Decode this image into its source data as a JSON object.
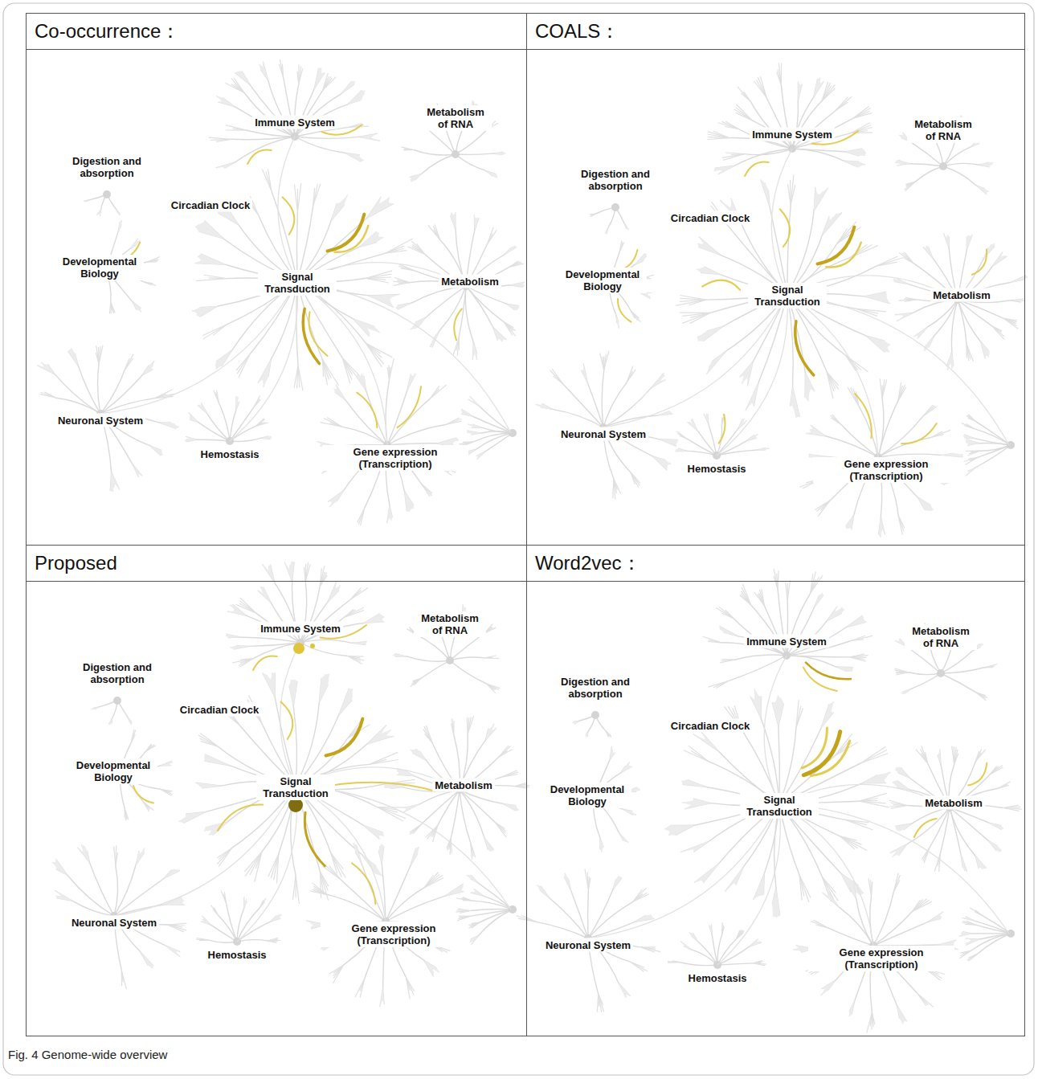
{
  "diagram": {
    "caption": "Fig. 4 Genome-wide overview",
    "nodes": [
      {
        "text": [
          "Co-occurrence："
        ]
      },
      {
        "text": [
          "COALS："
        ]
      },
      {
        "text": [
          "Proposed"
        ]
      },
      {
        "text": [
          "Word2vec："
        ]
      }
    ],
    "edges": [],
    "labels": [
      "Immune System",
      "Metabolism of RNA",
      "Digestion and absorption",
      "Circadian Clock",
      "Developmental Biology",
      "Signal Transduction",
      "Metabolism",
      "Neuronal System",
      "Hemostasis",
      "Gene expression (Transcription)",
      "Immune System",
      "Metabolism of RNA",
      "Digestion and absorption",
      "Circadian Clock",
      "Developmental Biology",
      "Signal Transduction",
      "Metabolism",
      "Neuronal System",
      "Hemostasis",
      "Gene expression (Transcription)",
      "Immune System",
      "Metabolism of RNA",
      "Digestion and absorption",
      "Circadian Clock",
      "Developmental Biology",
      "Signal Transduction",
      "Metabolism",
      "Neuronal System",
      "Hemostasis",
      "Gene expression (Transcription)",
      "Immune System",
      "Metabolism of RNA",
      "Digestion and absorption",
      "Circadian Clock",
      "Developmental Biology",
      "Signal Transduction",
      "Metabolism",
      "Neuronal System",
      "Hemostasis",
      "Gene expression (Transcription)"
    ]
  }
}
